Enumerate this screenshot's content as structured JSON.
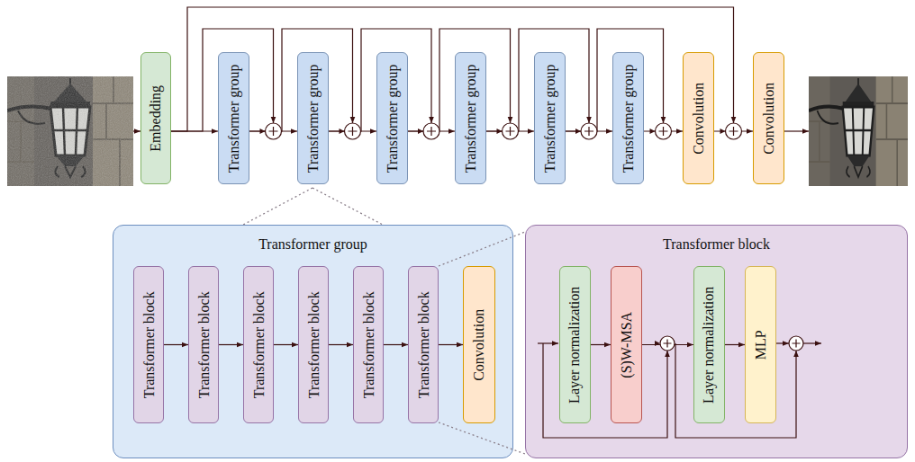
{
  "diagram": {
    "nodes": [
      {
        "text": [
          "Embedding"
        ]
      },
      {
        "text": [
          "Transformer group"
        ]
      },
      {
        "text": [
          "Transformer group"
        ]
      },
      {
        "text": [
          "Transformer group"
        ]
      },
      {
        "text": [
          "Transformer group"
        ]
      },
      {
        "text": [
          "Transformer group"
        ]
      },
      {
        "text": [
          "Transformer group"
        ]
      },
      {
        "text": [
          "Convolution"
        ]
      },
      {
        "text": [
          "Convolution"
        ]
      },
      {
        "text": [
          "Transformer group"
        ]
      },
      {
        "text": [
          "Transformer block"
        ],
        "in": 9
      },
      {
        "text": [
          "Transformer block"
        ],
        "in": 9
      },
      {
        "text": [
          "Transformer block"
        ],
        "in": 9
      },
      {
        "text": [
          "Transformer block"
        ],
        "in": 9
      },
      {
        "text": [
          "Transformer block"
        ],
        "in": 9
      },
      {
        "text": [
          "Transformer block"
        ],
        "in": 9
      },
      {
        "text": [
          "Convolution"
        ],
        "in": 9
      },
      {
        "text": [
          "Transformer block"
        ]
      },
      {
        "text": [
          "Layer normalization"
        ],
        "in": 17
      },
      {
        "text": [
          "(S)W-MSA"
        ],
        "in": 17
      },
      {
        "text": [
          "Layer normalization"
        ],
        "in": 17
      },
      {
        "text": [
          "MLP"
        ],
        "in": 17
      }
    ],
    "edges": [
      {
        "from": 0,
        "to": 1,
        "arrow": "to"
      },
      {
        "from": 1,
        "to": 2,
        "arrow": "to"
      },
      {
        "from": 2,
        "to": 3,
        "arrow": "to"
      },
      {
        "from": 3,
        "to": 4,
        "arrow": "to"
      },
      {
        "from": 4,
        "to": 5,
        "arrow": "to"
      },
      {
        "from": 5,
        "to": 6,
        "arrow": "to"
      },
      {
        "from": 6,
        "to": 7,
        "arrow": "to"
      },
      {
        "from": 7,
        "to": 8,
        "arrow": "to"
      },
      {
        "from": 0,
        "to": 2,
        "arrow": "to"
      },
      {
        "from": 1,
        "to": 3,
        "arrow": "to"
      },
      {
        "from": 2,
        "to": 4,
        "arrow": "to"
      },
      {
        "from": 3,
        "to": 5,
        "arrow": "to"
      },
      {
        "from": 4,
        "to": 6,
        "arrow": "to"
      },
      {
        "from": 5,
        "to": 7,
        "arrow": "to"
      },
      {
        "from": 0,
        "to": 8,
        "arrow": "to"
      },
      {
        "from": 10,
        "to": 11,
        "arrow": "to"
      },
      {
        "from": 11,
        "to": 12,
        "arrow": "to"
      },
      {
        "from": 12,
        "to": 13,
        "arrow": "to"
      },
      {
        "from": 13,
        "to": 14,
        "arrow": "to"
      },
      {
        "from": 14,
        "to": 15,
        "arrow": "to"
      },
      {
        "from": 15,
        "to": 16,
        "arrow": "to"
      },
      {
        "from": 18,
        "to": 19,
        "arrow": "to"
      },
      {
        "from": 19,
        "to": 20,
        "arrow": "to"
      },
      {
        "from": 20,
        "to": 21,
        "arrow": "to"
      }
    ]
  }
}
